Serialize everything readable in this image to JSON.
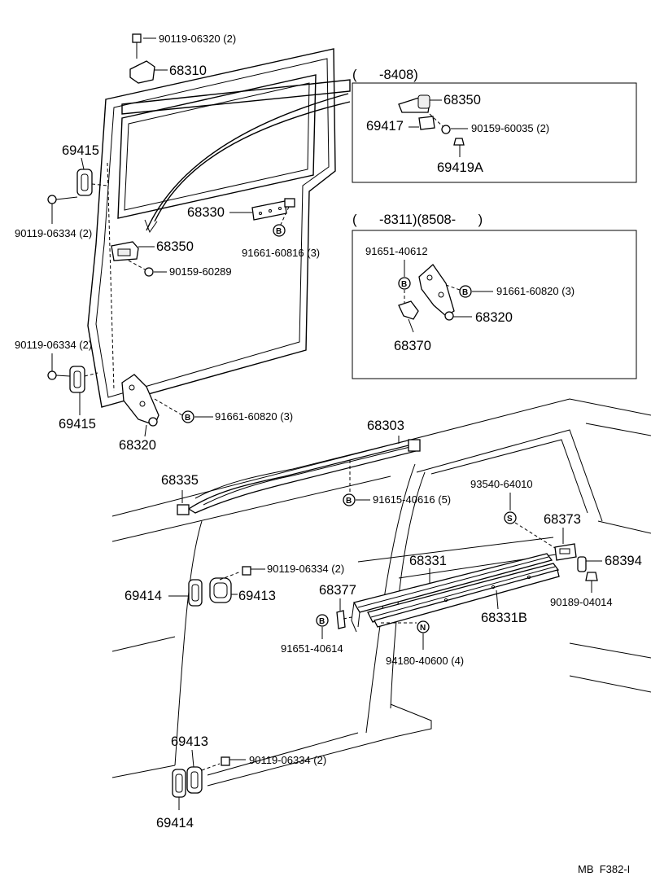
{
  "labels": {
    "bolt_top": "90119-06320 (2)",
    "p68310": "68310",
    "p69415_top": "69415",
    "bolt_69415_top": "90119-06334 (2)",
    "p68330": "68330",
    "nut_68330": "91661-60816 (3)",
    "p68350_main": "68350",
    "screw_68350_main": "90159-60289",
    "bolt_69415_bot": "90119-06334 (2)",
    "p69415_bot": "69415",
    "p68320_main": "68320",
    "nut_68320_main": "91661-60820 (3)",
    "p68303": "68303",
    "p68335": "68335",
    "nut_68303": "91615-40616 (5)",
    "clip_93540": "93540-64010",
    "p68373": "68373",
    "p68394": "68394",
    "clip_90189": "90189-04014",
    "p68331": "68331",
    "p68331b": "68331B",
    "bolt_69413_top": "90119-06334 (2)",
    "p69414_top": "69414",
    "p69413_top": "69413",
    "p68377": "68377",
    "nut_68377": "91651-40614",
    "nut_94180": "94180-40600 (4)",
    "p69413_bot": "69413",
    "bolt_69413_bot": "90119-06334 (2)",
    "p69414_bot": "69414"
  },
  "box1": {
    "header": "(      -8408)",
    "p68350": "68350",
    "p69417": "69417",
    "screw": "90159-60035 (2)",
    "p69419a": "69419A"
  },
  "box2": {
    "header": "(      -8311)(8508-      )",
    "nut_top": "91651-40612",
    "nut_right": "91661-60820 (3)",
    "p68320": "68320",
    "p68370": "68370"
  },
  "markers": {
    "b": "B",
    "s": "S",
    "n": "N"
  },
  "footer": {
    "ref_code": "MB  F382-I"
  }
}
